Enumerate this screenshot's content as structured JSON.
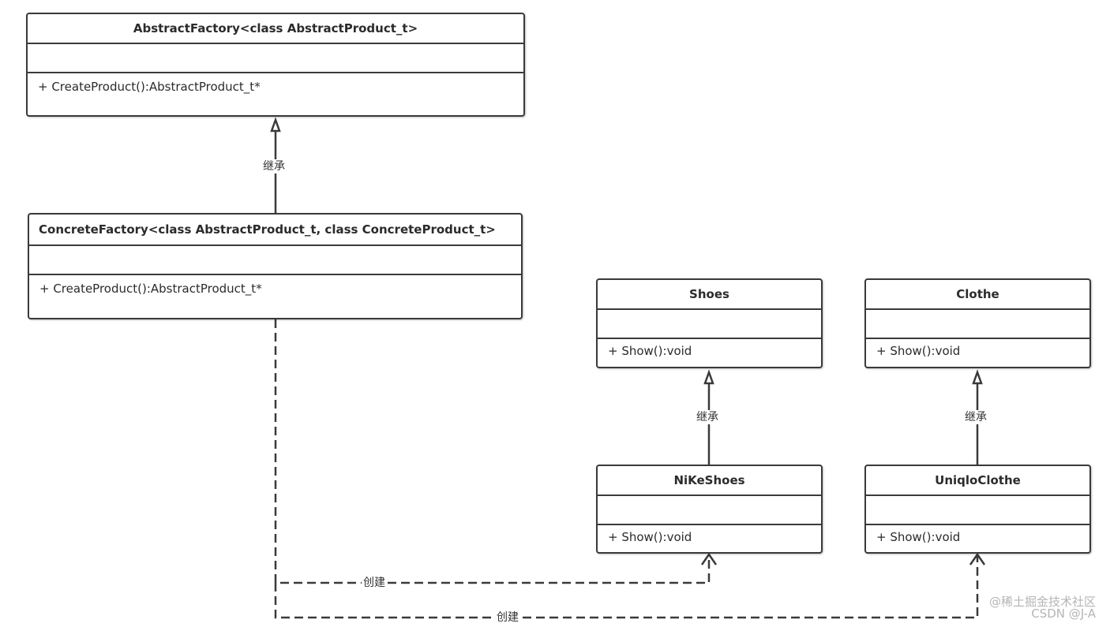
{
  "classes": {
    "abstract_factory": {
      "name": "AbstractFactory<class AbstractProduct_t>",
      "operation": "+ CreateProduct():AbstractProduct_t*"
    },
    "concrete_factory": {
      "name": "ConcreteFactory<class AbstractProduct_t, class ConcreteProduct_t>",
      "operation": "+ CreateProduct():AbstractProduct_t*"
    },
    "shoes": {
      "name": "Shoes",
      "operation": "+ Show():void"
    },
    "clothe": {
      "name": "Clothe",
      "operation": "+ Show():void"
    },
    "nike_shoes": {
      "name": "NiKeShoes",
      "operation": "+ Show():void"
    },
    "uniqlo_clothe": {
      "name": "UniqloClothe",
      "operation": "+ Show():void"
    }
  },
  "relations": {
    "inherit_label": "继承",
    "create_label": "创建"
  },
  "watermark": {
    "line1": "@稀土掘金技术社区",
    "line2": "CSDN @J-A"
  },
  "colors": {
    "line": "#3a3a3a",
    "watermark": "#b5b5b5"
  }
}
